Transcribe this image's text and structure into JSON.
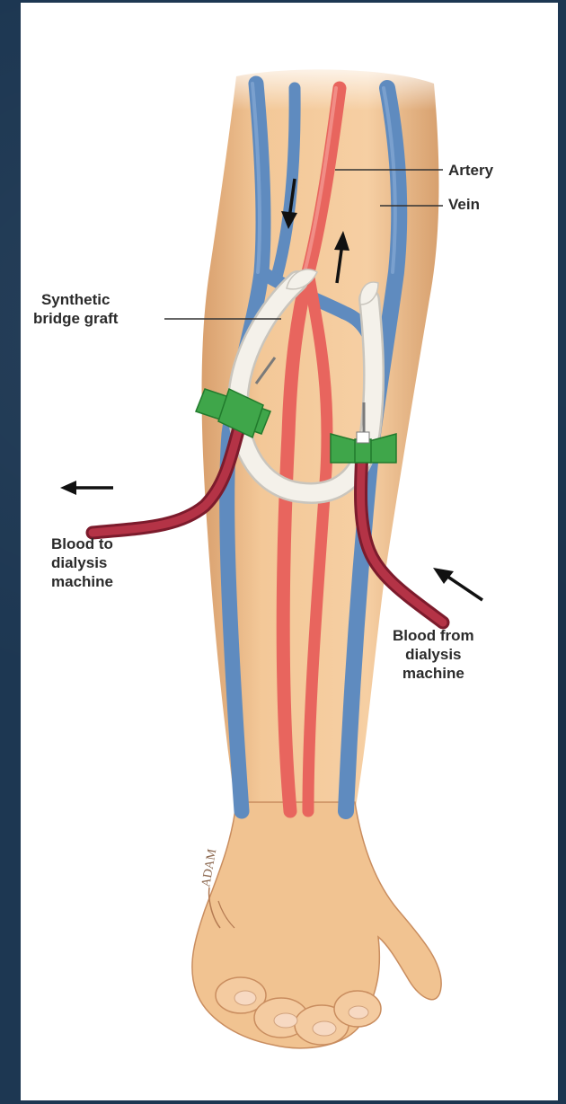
{
  "labels": {
    "artery": "Artery",
    "vein": "Vein",
    "graft": "Synthetic\nbridge graft",
    "to_machine": "Blood to\ndialysis\nmachine",
    "from_machine": "Blood from\ndialysis\nmachine"
  },
  "colors": {
    "background": "#1d3752",
    "skin": "#f2c594",
    "artery": "#e8655e",
    "vein": "#5f8bbf",
    "graft": "#f4f1ea",
    "connector": "#3fa64a",
    "tubing": "#a0273a"
  }
}
